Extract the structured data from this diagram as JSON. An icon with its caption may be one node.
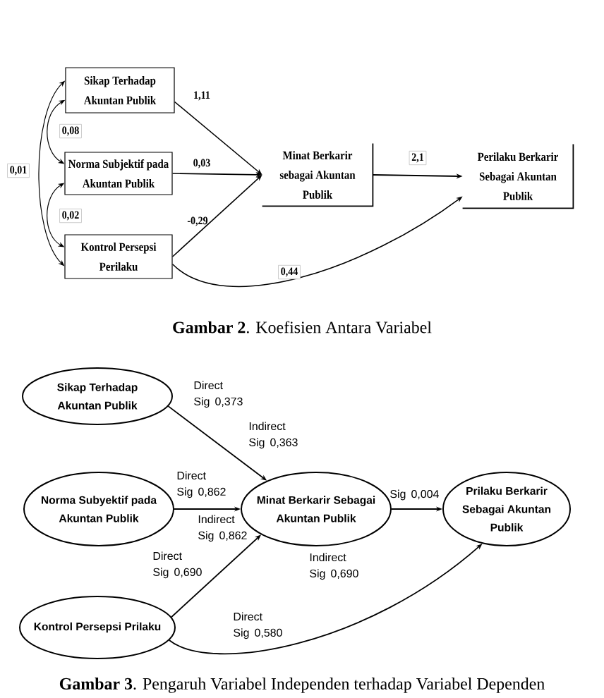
{
  "diagram": {
    "caption": "**Gambar 3**. Pengaruh Variabel Independen terhadap Variabel Dependen",
    "nodes": [
      {
        "text": [
          "Sikap Terhadap Akuntan Publik"
        ]
      },
      {
        "text": [
          "Norma Subjektif pada Akuntan Publik"
        ]
      },
      {
        "text": [
          "Kontrol Persepsi Perilaku"
        ]
      },
      {
        "text": [
          "Minat Berkarir sebagai Akuntan Publik"
        ]
      },
      {
        "text": [
          "Perilaku Berkarir Sebagai Akuntan Publik"
        ]
      },
      {
        "text": [
          "Sikap Terhadap Akuntan Publik"
        ]
      },
      {
        "text": [
          "Norma Subyektif pada Akuntan Publik"
        ]
      },
      {
        "text": [
          "Kontrol Persepsi Prilaku"
        ]
      },
      {
        "text": [
          "Minat Berkarir Sebagai Akuntan Publik"
        ]
      },
      {
        "text": [
          "Prilaku Berkarir Sebagai Akuntan Publik"
        ]
      }
    ],
    "edges": [
      {
        "from": 0,
        "to": 3,
        "arrow": "to",
        "label": "1,11"
      },
      {
        "from": 1,
        "to": 3,
        "arrow": "to",
        "label": "0,03"
      },
      {
        "from": 2,
        "to": 3,
        "arrow": "to",
        "label": "-0,29"
      },
      {
        "from": 3,
        "to": 4,
        "arrow": "to",
        "label": "2,1"
      },
      {
        "from": 2,
        "to": 4,
        "arrow": "to",
        "label": "0,44"
      },
      {
        "from": 0,
        "to": 1,
        "arrow": "both",
        "label": "0,08"
      },
      {
        "from": 1,
        "to": 2,
        "arrow": "both",
        "label": "0,02"
      },
      {
        "from": 0,
        "to": 2,
        "arrow": "both",
        "label": "0,01"
      },
      {
        "from": 5,
        "to": 8,
        "arrow": "to",
        "label": "Direct Sig 0,373"
      },
      {
        "from": 6,
        "to": 8,
        "arrow": "to",
        "label": "Direct Sig 0,862"
      },
      {
        "from": 7,
        "to": 8,
        "arrow": "to",
        "label": "Direct Sig 0,690"
      },
      {
        "from": 8,
        "to": 9,
        "arrow": "to",
        "label": "Sig 0,004"
      },
      {
        "from": 7,
        "to": 9,
        "arrow": "to",
        "label": "Direct Sig 0,580"
      }
    ],
    "labels": [
      "**Gambar 2**. Koefisien Antara Variabel",
      "Indirect Sig 0,363",
      "Indirect Sig 0,862",
      "Indirect Sig 0,690"
    ]
  }
}
